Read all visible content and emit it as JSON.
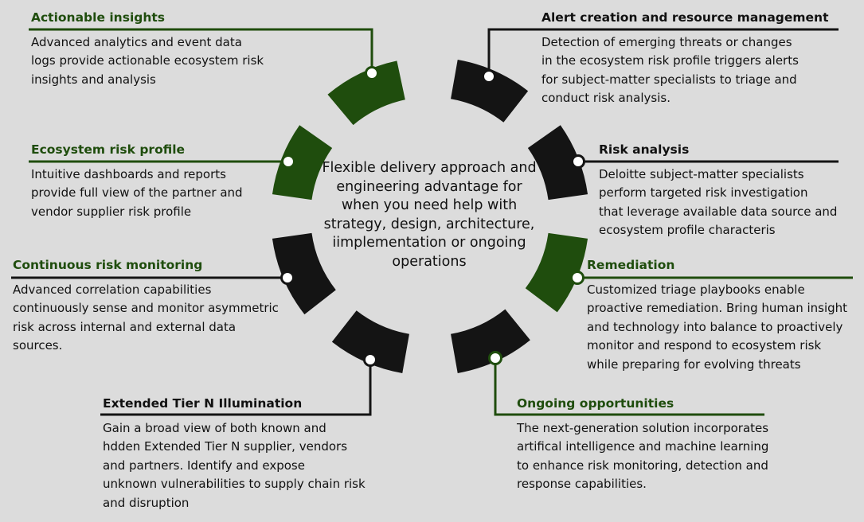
{
  "colors": {
    "background": "#dcdcdc",
    "segment_green": "#1f4d0d",
    "segment_dark": "#141414",
    "connector_green": "#1f4d0d",
    "connector_dark": "#141414",
    "node_fill": "#ffffff"
  },
  "center": {
    "text": "Flexible delivery approach and engineering advantage for when you need help with strategy, design, architecture, iimplementation or ongoing operations"
  },
  "blocks": [
    {
      "id": "actionable-insights",
      "title": "Actionable insights",
      "lines": [
        "Advanced analytics and event data",
        "logs provide actionable ecosystem risk",
        "insights and analysis"
      ],
      "accent": "green"
    },
    {
      "id": "alert-creation",
      "title": "Alert creation and resource management",
      "lines": [
        "Detection of emerging threats or changes",
        "in the ecosystem risk profile triggers alerts",
        "for subject-matter specialists to triage and",
        "conduct risk analysis."
      ],
      "accent": "dark"
    },
    {
      "id": "ecosystem-risk-profile",
      "title": "Ecosystem risk profile",
      "lines": [
        "Intuitive dashboards and reports",
        "provide full view of the partner and",
        "vendor supplier risk profile"
      ],
      "accent": "green"
    },
    {
      "id": "risk-analysis",
      "title": "Risk analysis",
      "lines": [
        "Deloitte subject-matter specialists",
        "perform targeted risk investigation",
        "that leverage available data source and",
        "ecosystem profile characteris"
      ],
      "accent": "dark"
    },
    {
      "id": "continuous-risk-monitoring",
      "title": "Continuous risk monitoring",
      "lines": [
        "Advanced correlation capabilities",
        "continuously sense and monitor asymmetric",
        "risk across internal and external data",
        "sources."
      ],
      "accent": "dark"
    },
    {
      "id": "remediation",
      "title": "Remediation",
      "lines": [
        "Customized triage playbooks enable",
        "proactive remediation. Bring human insight",
        "and technology into balance to proactively",
        "monitor and respond to ecosystem risk",
        "while preparing for evolving threats"
      ],
      "accent": "green"
    },
    {
      "id": "extended-tier-n",
      "title": "Extended Tier N Illumination",
      "lines": [
        "Gain a broad view of both known and",
        "hdden Extended Tier N supplier, vendors",
        "and partners. Identify and expose",
        "unknown vulnerabilities to supply chain risk",
        "and disruption"
      ],
      "accent": "dark"
    },
    {
      "id": "ongoing-opportunities",
      "title": "Ongoing opportunities",
      "lines": [
        "The next-generation solution incorporates",
        "artifical intelligence and machine learning",
        "to enhance risk monitoring, detection and",
        "response capabilities."
      ],
      "accent": "green"
    }
  ]
}
